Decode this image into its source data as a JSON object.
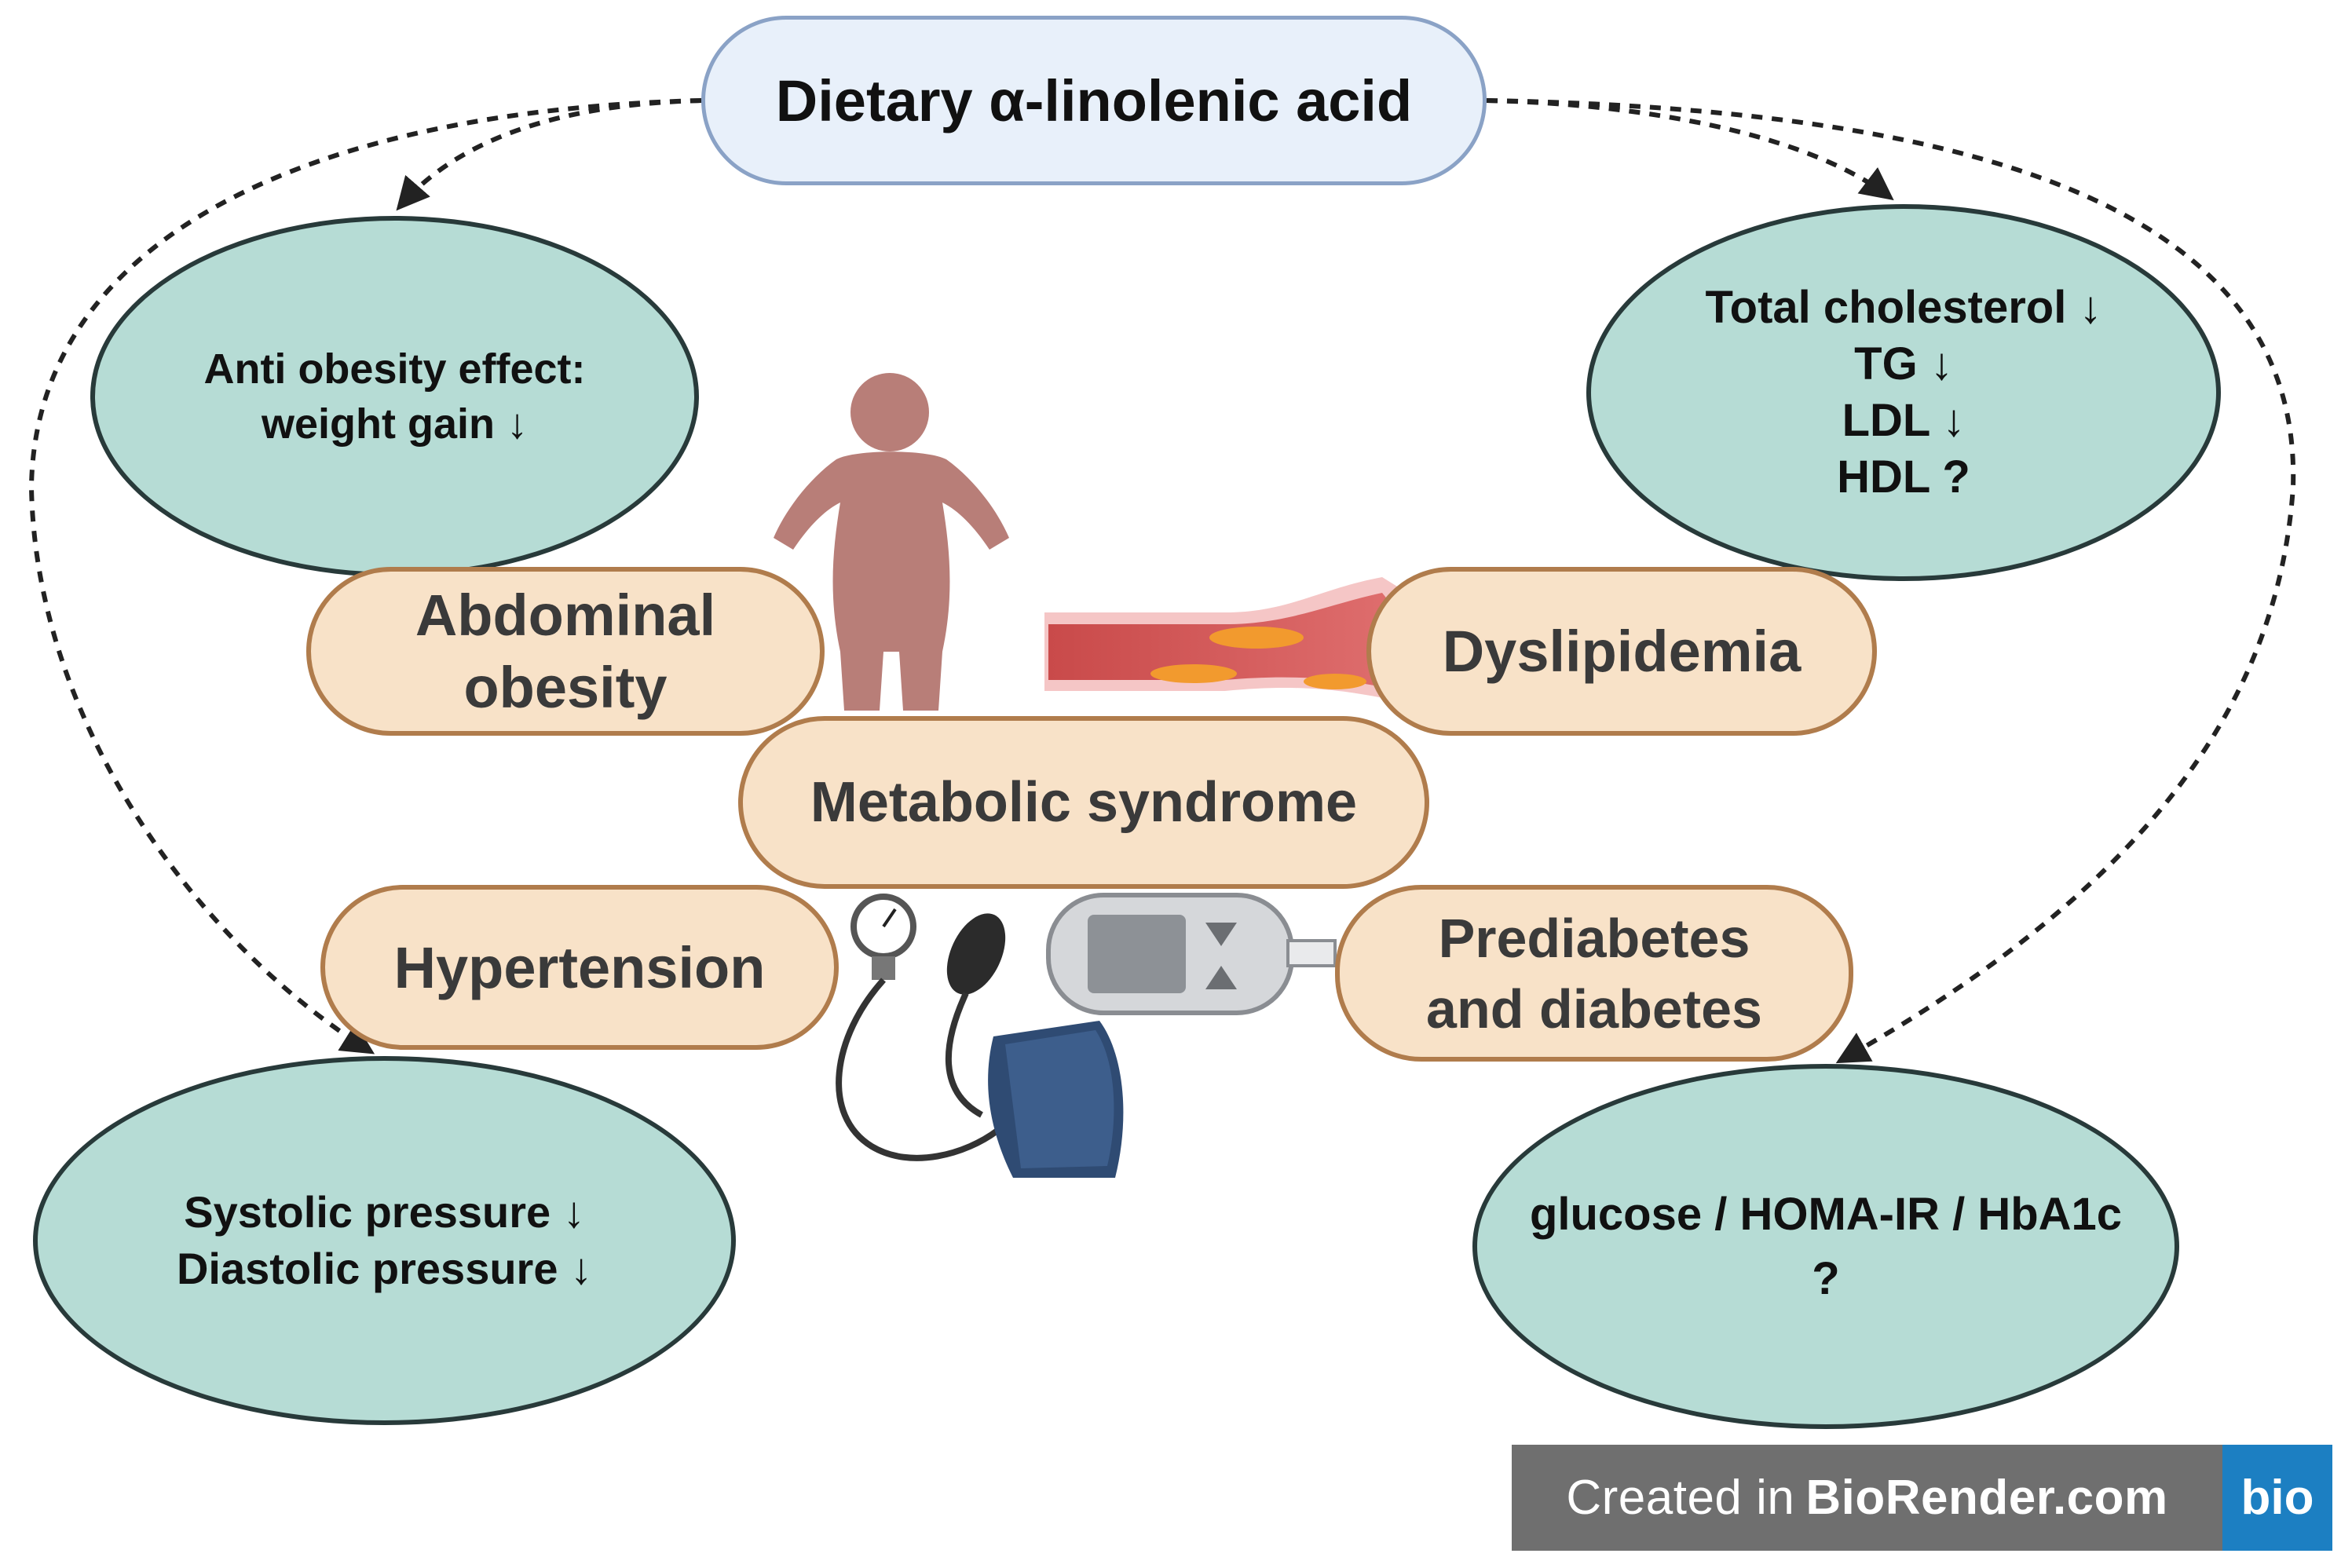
{
  "title": "Dietary α-linolenic acid",
  "effects": {
    "obesity": [
      "Anti obesity effect:",
      "weight gain ↓"
    ],
    "lipids": [
      "Total cholesterol ↓",
      "TG ↓",
      "LDL ↓",
      "HDL ?"
    ],
    "blood_pressure": [
      "Systolic pressure ↓",
      "Diastolic pressure ↓"
    ],
    "glycemic": [
      "glucose / HOMA-IR / HbA1c",
      "?"
    ]
  },
  "conditions": {
    "abdominal": [
      "Abdominal",
      "obesity"
    ],
    "dyslipidemia": "Dyslipidemia",
    "metabolic": "Metabolic syndrome",
    "hypertension": "Hypertension",
    "diabetes": [
      "Prediabetes",
      "and diabetes"
    ]
  },
  "credit": {
    "prefix": "Created in",
    "brand": "BioRender.com",
    "logo": "bio"
  },
  "icons": [
    "human-silhouette-icon",
    "artery-plaque-icon",
    "blood-pressure-monitor-icon",
    "glucometer-icon"
  ],
  "colors": {
    "effect_fill": "#b6dcd5",
    "condition_fill": "#f8e2c8",
    "condition_border": "#b07c4c",
    "title_fill": "#e8f0fa",
    "logo_bg": "#1c7fc2"
  }
}
